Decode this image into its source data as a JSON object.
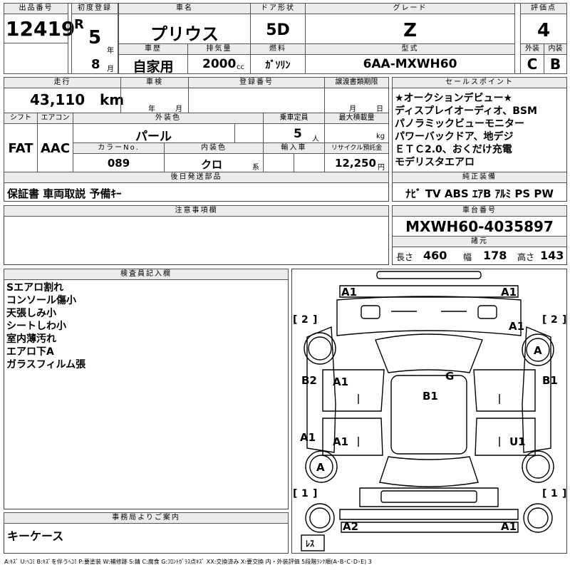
{
  "header": {
    "lot_number": {
      "label": "出品番号",
      "value": "12419"
    },
    "first_reg": {
      "label": "初度登録",
      "era": "R",
      "year": "5",
      "year_unit": "年",
      "month": "8",
      "month_unit": "月"
    },
    "car_name": {
      "label": "車名",
      "value": "プリウス"
    },
    "door": {
      "label": "ドア形状",
      "value": "5D"
    },
    "grade": {
      "label": "グレード",
      "value": "Z"
    },
    "score": {
      "label": "評価点",
      "value": "4"
    },
    "history": {
      "label": "車歴",
      "value": "自家用"
    },
    "displacement": {
      "label": "排気量",
      "value": "2000",
      "unit": "cc"
    },
    "fuel": {
      "label": "燃料",
      "value": "ｶﾞｿﾘﾝ"
    },
    "model": {
      "label": "型式",
      "value": "6AA-MXWH60"
    },
    "exterior": {
      "label": "外装",
      "value": "C"
    },
    "interior": {
      "label": "内装",
      "value": "B"
    }
  },
  "row2": {
    "mileage": {
      "label": "走行",
      "value": "43,110",
      "unit": "km"
    },
    "inspection": {
      "label": "車検",
      "year_unit": "年",
      "month_unit": "月"
    },
    "reg_no": {
      "label": "登録番号",
      "value": ""
    },
    "transfer": {
      "label": "譲渡書類期限",
      "month_unit": "月",
      "day_unit": "日"
    },
    "shift": {
      "label": "シフト",
      "value": "FAT"
    },
    "aircon": {
      "label": "エアコン",
      "value": "AAC"
    },
    "body_color": {
      "label": "外装色",
      "value": "パール"
    },
    "capacity": {
      "label": "乗車定員",
      "value": "5",
      "unit": "人"
    },
    "max_load": {
      "label": "最大積載量",
      "unit": "kg"
    },
    "color_no": {
      "label": "カラーNo.",
      "value": "089"
    },
    "interior_color": {
      "label": "内装色",
      "value": "クロ",
      "unit": "系"
    },
    "import": {
      "label": "輸入車"
    },
    "recycle": {
      "label": "リサイクル預託金",
      "value": "12,250",
      "unit": "円"
    }
  },
  "sales_points": {
    "label": "セールスポイント",
    "items": [
      "★オークションデビュー★",
      "ディスプレイオーディオ、BSM",
      "パノラミックビューモニター",
      "パワーバックドア、地デジ",
      "ＥＴＣ2.0、おくだけ充電",
      "モデリスタエアロ"
    ]
  },
  "later_parts": {
    "label": "後日発送部品",
    "value": "保証書 車両取説 予備ｷｰ"
  },
  "equipment": {
    "label": "純正装備",
    "value": "ﾅﾋﾞ TV ABS ｴｱB ｱﾙﾐ PS PW"
  },
  "caution": {
    "label": "注意事項欄",
    "value": ""
  },
  "chassis": {
    "label": "車台番号",
    "value": "MXWH60-4035897"
  },
  "dimensions": {
    "label": "諸元",
    "length_label": "長さ",
    "length": "460",
    "width_label": "幅",
    "width": "178",
    "height_label": "高さ",
    "height": "143"
  },
  "inspector": {
    "label": "検査員記入欄",
    "notes": [
      "Sエアロ割れ",
      "コンソール傷小",
      "天張しみ小",
      "シートしわ小",
      "室内薄汚れ",
      "エアロ下A",
      "ガラスフィルム張"
    ]
  },
  "office": {
    "label": "事務局よりご案内",
    "value": "キーケース"
  },
  "legend": "A:ｷｽﾞ U:ﾍｺﾐ B:ｷｽﾞを伴うﾍｺﾐ P:要塗装 W:補修跡 S:錆 C:腐食 G:ﾌﾛﾝﾄｶﾞﾗｽ点ｷｽﾞ XX:交換済み X:要交換 内・外装評価 5段階ﾗﾝｸ順(A･B･C･D･E) 3",
  "diagram": {
    "marks": {
      "front_bumper_left": "A1",
      "front_bumper_right": "A1",
      "front_fender_right": "A1",
      "front_wheel_right": "A",
      "front_door_left": "A1",
      "rear_door_left": "A1",
      "left_body_front": "B2",
      "left_body_rear": "A1",
      "rear_wheel_left": "A",
      "right_body_front": "B1",
      "rear_door_right": "U1",
      "windshield": "G",
      "roof": "B1",
      "rear_bumper_left": "A2",
      "rear_bumper_right": "A1"
    },
    "door_count_left": "2",
    "door_count_right": "2",
    "rear_count_left": "1",
    "rear_count_right": "1",
    "spare": "ﾚｽ"
  }
}
